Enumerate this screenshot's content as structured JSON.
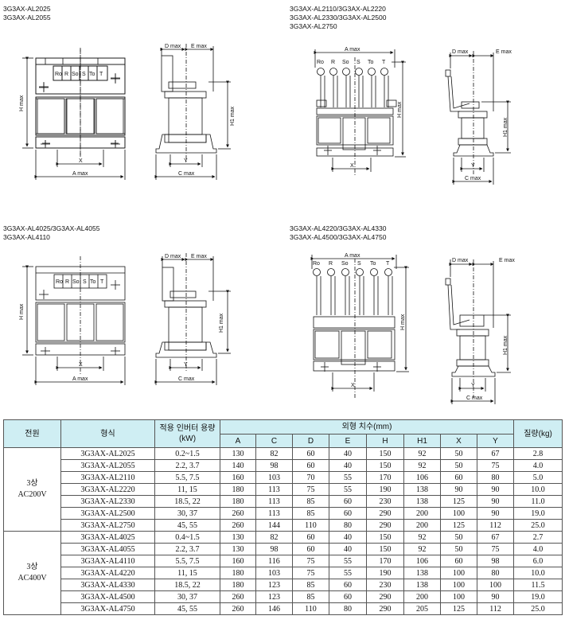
{
  "captions": {
    "tl": [
      "3G3AX-AL2025",
      "3G3AX-AL2055"
    ],
    "tr": [
      "3G3AX-AL2110/3G3AX-AL2220",
      "3G3AX-AL2330/3G3AX-AL2500",
      "3G3AX-AL2750"
    ],
    "bl": [
      "3G3AX-AL4025/3G3AX-AL4055",
      "3G3AX-AL4110"
    ],
    "br": [
      "3G3AX-AL4220/3G3AX-AL4330",
      "3G3AX-AL4500/3G3AX-AL4750"
    ]
  },
  "diagram_labels": {
    "a_max": "A max",
    "h_max": "H max",
    "h1_max": "H1 max",
    "c_max": "C max",
    "d_max": "D max",
    "e_max": "E max",
    "x": "X",
    "y": "Y",
    "terminals": [
      "Ro",
      "R",
      "So",
      "S",
      "To",
      "T"
    ]
  },
  "table": {
    "headers": {
      "power": "전원",
      "model": "형식",
      "capacity": "적용 인버터 용량(kW)",
      "dims": "외형 치수(mm)",
      "mass": "질량(kg)",
      "dim_cols": [
        "A",
        "C",
        "D",
        "E",
        "H",
        "H1",
        "X",
        "Y"
      ]
    },
    "groups": [
      {
        "label_line1": "3상",
        "label_line2": "AC200V",
        "rows": [
          {
            "model": "3G3AX-AL2025",
            "kw": "0.2~1.5",
            "vals": [
              "130",
              "82",
              "60",
              "40",
              "150",
              "92",
              "50",
              "67"
            ],
            "mass": "2.8"
          },
          {
            "model": "3G3AX-AL2055",
            "kw": "2.2, 3.7",
            "vals": [
              "140",
              "98",
              "60",
              "40",
              "150",
              "92",
              "50",
              "75"
            ],
            "mass": "4.0"
          },
          {
            "model": "3G3AX-AL2110",
            "kw": "5.5, 7.5",
            "vals": [
              "160",
              "103",
              "70",
              "55",
              "170",
              "106",
              "60",
              "80"
            ],
            "mass": "5.0"
          },
          {
            "model": "3G3AX-AL2220",
            "kw": "11, 15",
            "vals": [
              "180",
              "113",
              "75",
              "55",
              "190",
              "138",
              "90",
              "90"
            ],
            "mass": "10.0"
          },
          {
            "model": "3G3AX-AL2330",
            "kw": "18.5, 22",
            "vals": [
              "180",
              "113",
              "85",
              "60",
              "230",
              "138",
              "125",
              "90"
            ],
            "mass": "11.0"
          },
          {
            "model": "3G3AX-AL2500",
            "kw": "30, 37",
            "vals": [
              "260",
              "113",
              "85",
              "60",
              "290",
              "200",
              "100",
              "90"
            ],
            "mass": "19.0"
          },
          {
            "model": "3G3AX-AL2750",
            "kw": "45, 55",
            "vals": [
              "260",
              "144",
              "110",
              "80",
              "290",
              "200",
              "125",
              "112"
            ],
            "mass": "25.0"
          }
        ]
      },
      {
        "label_line1": "3상",
        "label_line2": "AC400V",
        "rows": [
          {
            "model": "3G3AX-AL4025",
            "kw": "0.4~1.5",
            "vals": [
              "130",
              "82",
              "60",
              "40",
              "150",
              "92",
              "50",
              "67"
            ],
            "mass": "2.7"
          },
          {
            "model": "3G3AX-AL4055",
            "kw": "2.2, 3.7",
            "vals": [
              "130",
              "98",
              "60",
              "40",
              "150",
              "92",
              "50",
              "75"
            ],
            "mass": "4.0"
          },
          {
            "model": "3G3AX-AL4110",
            "kw": "5.5, 7.5",
            "vals": [
              "160",
              "116",
              "75",
              "55",
              "170",
              "106",
              "60",
              "98"
            ],
            "mass": "6.0"
          },
          {
            "model": "3G3AX-AL4220",
            "kw": "11, 15",
            "vals": [
              "180",
              "103",
              "75",
              "55",
              "190",
              "138",
              "100",
              "80"
            ],
            "mass": "10.0"
          },
          {
            "model": "3G3AX-AL4330",
            "kw": "18.5, 22",
            "vals": [
              "180",
              "123",
              "85",
              "60",
              "230",
              "138",
              "100",
              "100"
            ],
            "mass": "11.5"
          },
          {
            "model": "3G3AX-AL4500",
            "kw": "30, 37",
            "vals": [
              "260",
              "123",
              "85",
              "60",
              "290",
              "200",
              "100",
              "90"
            ],
            "mass": "19.0"
          },
          {
            "model": "3G3AX-AL4750",
            "kw": "45, 55",
            "vals": [
              "260",
              "146",
              "110",
              "80",
              "290",
              "205",
              "125",
              "112"
            ],
            "mass": "25.0"
          }
        ]
      }
    ]
  }
}
